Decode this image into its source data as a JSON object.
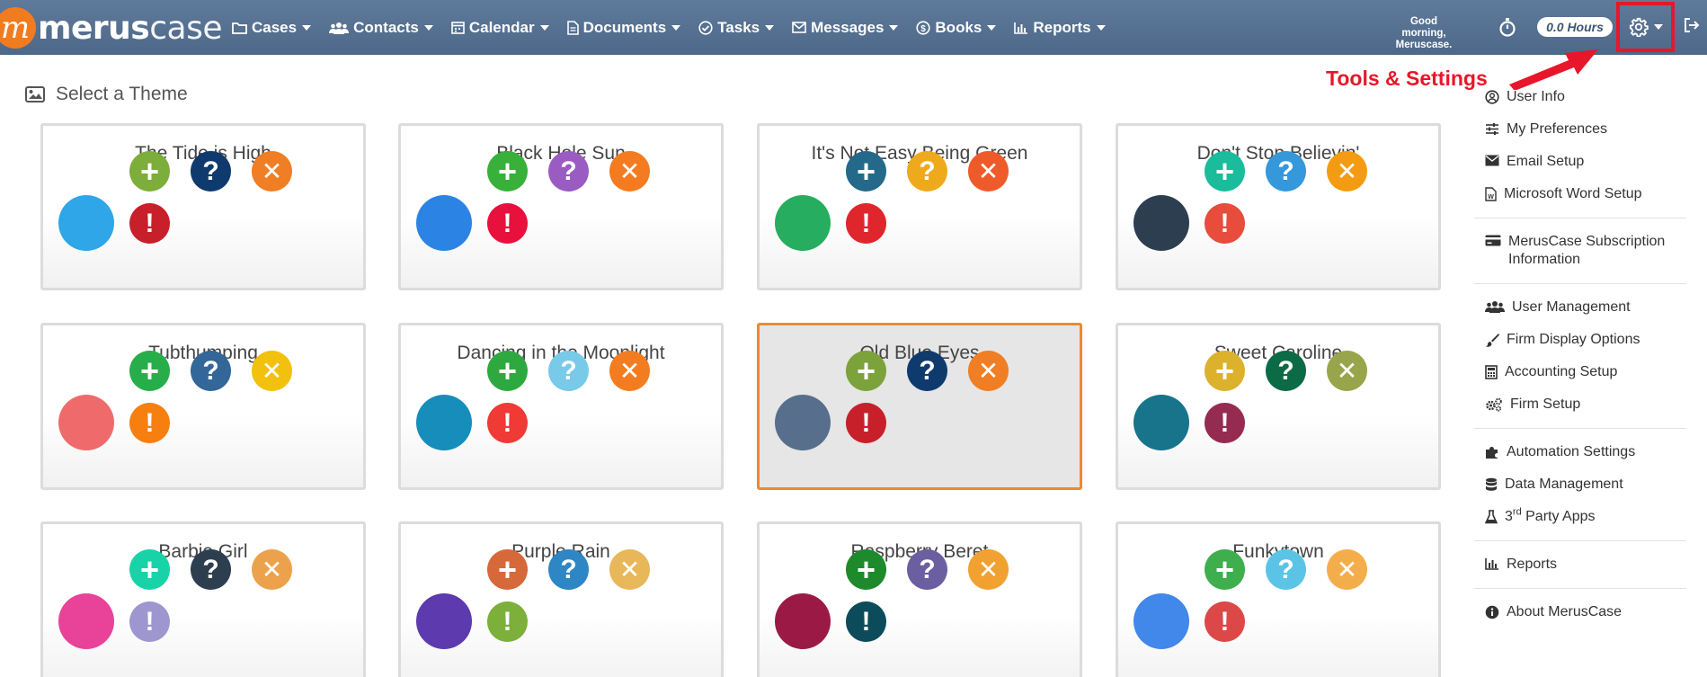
{
  "app": {
    "logo_left": "merus",
    "logo_right": "case"
  },
  "nav": {
    "items": [
      {
        "label": "Cases",
        "icon": "folder-icon"
      },
      {
        "label": "Contacts",
        "icon": "users-icon"
      },
      {
        "label": "Calendar",
        "icon": "calendar-icon"
      },
      {
        "label": "Documents",
        "icon": "document-icon"
      },
      {
        "label": "Tasks",
        "icon": "check-circle-icon"
      },
      {
        "label": "Messages",
        "icon": "envelope-icon"
      },
      {
        "label": "Books",
        "icon": "dollar-circle-icon"
      },
      {
        "label": "Reports",
        "icon": "bar-chart-icon"
      }
    ],
    "greeting_line1": "Good morning,",
    "greeting_line2": "Meruscase.",
    "hours": "0.0 Hours"
  },
  "annotation": {
    "label": "Tools & Settings",
    "color": "#e8162a"
  },
  "page": {
    "heading": "Select a Theme"
  },
  "themes": [
    {
      "name": "The Tide is High",
      "swatch": "#2ea6e8",
      "add": "#7dad3a",
      "help": "#0f3a6e",
      "close": "#ef7e24",
      "alert": "#c8202b"
    },
    {
      "name": "Black Hole Sun",
      "swatch": "#2b84e3",
      "add": "#38b03a",
      "help": "#9a5cc2",
      "close": "#f47b20",
      "alert": "#e8103d"
    },
    {
      "name": "It's Not Easy Being Green",
      "swatch": "#27ad5f",
      "add": "#24698a",
      "help": "#eeaa1c",
      "close": "#ef5a2b",
      "alert": "#e0262d"
    },
    {
      "name": "Don't Stop Believin'",
      "swatch": "#2c3e50",
      "add": "#1abc9c",
      "help": "#3498db",
      "close": "#f39c12",
      "alert": "#e74c3c"
    },
    {
      "name": "Tubthumping",
      "swatch": "#ef6b6b",
      "add": "#27ae4a",
      "help": "#336699",
      "close": "#f2c10e",
      "alert": "#f77f10"
    },
    {
      "name": "Dancing in the Moonlight",
      "swatch": "#168dbb",
      "add": "#2ea93f",
      "help": "#79c9e9",
      "close": "#f47c20",
      "alert": "#ef3a35"
    },
    {
      "name": "Old Blue Eyes",
      "swatch": "#576e8c",
      "add": "#7ba23b",
      "help": "#0f3a6e",
      "close": "#ef7e24",
      "alert": "#c8202b"
    },
    {
      "name": "Sweet Caroline",
      "swatch": "#17748b",
      "add": "#dcb12c",
      "help": "#0b6b46",
      "close": "#98a54b",
      "alert": "#962b52"
    },
    {
      "name": "Barbie Girl",
      "swatch": "#e84299",
      "add": "#19d3a8",
      "help": "#2d3e4f",
      "close": "#eca24c",
      "alert": "#9d96cf"
    },
    {
      "name": "Purple Rain",
      "swatch": "#5d3aad",
      "add": "#d6683a",
      "help": "#2e86c4",
      "close": "#e7b75a",
      "alert": "#7cb03b"
    },
    {
      "name": "Raspberry Beret",
      "swatch": "#9a1a45",
      "add": "#1e8a2b",
      "help": "#6c5fa1",
      "close": "#f0a132",
      "alert": "#0c4c5a"
    },
    {
      "name": "Funkytown",
      "swatch": "#4287ea",
      "add": "#3fae4c",
      "help": "#5bc4e6",
      "close": "#f3ae4b",
      "alert": "#dc4848"
    }
  ],
  "selected_theme": "Old Blue Eyes",
  "icons": {
    "add": "+",
    "help": "?",
    "close": "✕",
    "alert": "!"
  },
  "menu": {
    "groups": [
      [
        {
          "label": "User Info",
          "icon": "user-circle-icon"
        },
        {
          "label": "My Preferences",
          "icon": "sliders-icon"
        },
        {
          "label": "Email Setup",
          "icon": "envelope-icon"
        },
        {
          "label": "Microsoft Word Setup",
          "icon": "word-file-icon"
        }
      ],
      [
        {
          "label": "MerusCase Subscription Information",
          "icon": "credit-card-icon"
        }
      ],
      [
        {
          "label": "User Management",
          "icon": "users-icon"
        },
        {
          "label": "Firm Display Options",
          "icon": "paintbrush-icon"
        },
        {
          "label": "Accounting Setup",
          "icon": "calculator-icon"
        },
        {
          "label": "Firm Setup",
          "icon": "gears-icon"
        }
      ],
      [
        {
          "label": "Automation Settings",
          "icon": "puzzle-icon"
        },
        {
          "label": "Data Management",
          "icon": "database-icon"
        },
        {
          "label": "3rd Party Apps",
          "label_main": "3",
          "label_sup": "rd",
          "label_rest": " Party Apps",
          "icon": "flask-icon"
        }
      ],
      [
        {
          "label": "Reports",
          "icon": "bar-chart-icon"
        }
      ],
      [
        {
          "label": "About MerusCase",
          "icon": "info-circle-icon"
        }
      ]
    ]
  }
}
